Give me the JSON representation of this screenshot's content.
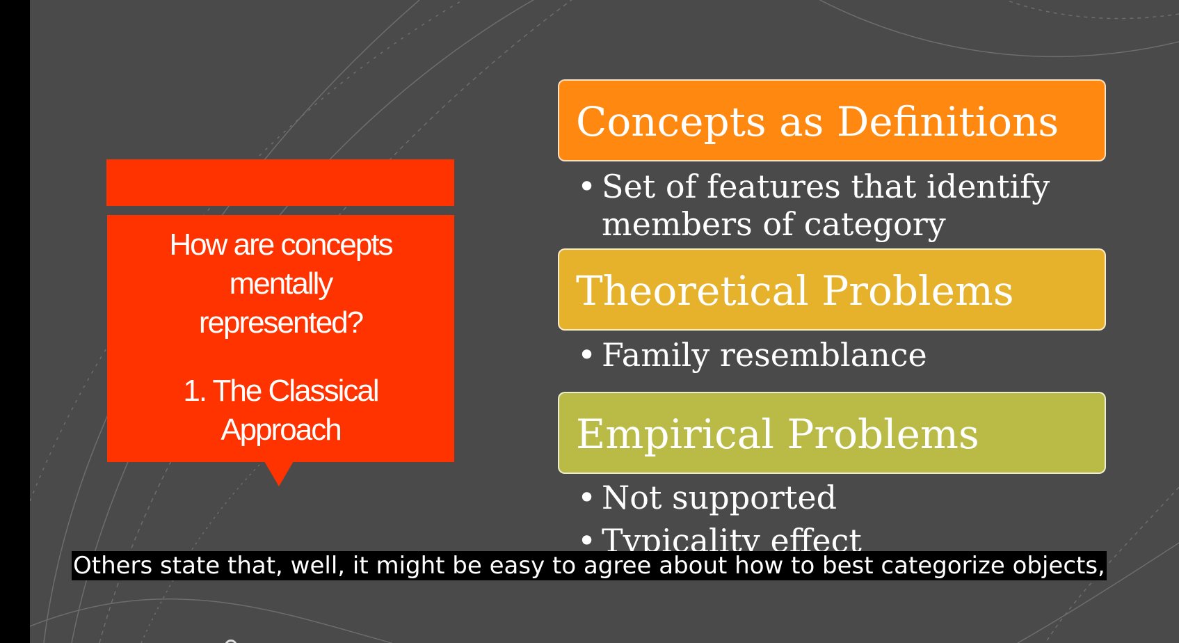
{
  "left_panel": {
    "question_lines": [
      "How are concepts",
      "mentally",
      "represented?"
    ],
    "subtitle_lines": [
      "1. The Classical",
      "Approach"
    ]
  },
  "sections": [
    {
      "heading": "Concepts as Definitions",
      "color": "#ff8811",
      "bullets": [
        [
          "Set of features that identify",
          "members of category"
        ]
      ]
    },
    {
      "heading": "Theoretical Problems",
      "color": "#e6b22b",
      "bullets": [
        [
          "Family resemblance"
        ]
      ]
    },
    {
      "heading": "Empirical Problems",
      "color": "#b9bb46",
      "bullets": [
        [
          "Not supported"
        ],
        [
          "Typicality effect"
        ]
      ]
    }
  ],
  "caption": {
    "text": "Others state that, well, it might be easy to agree about how to best categorize objects,"
  },
  "colors": {
    "background": "#4a4a4a",
    "accent_red": "#ff3300",
    "caption_bg": "#000000"
  }
}
